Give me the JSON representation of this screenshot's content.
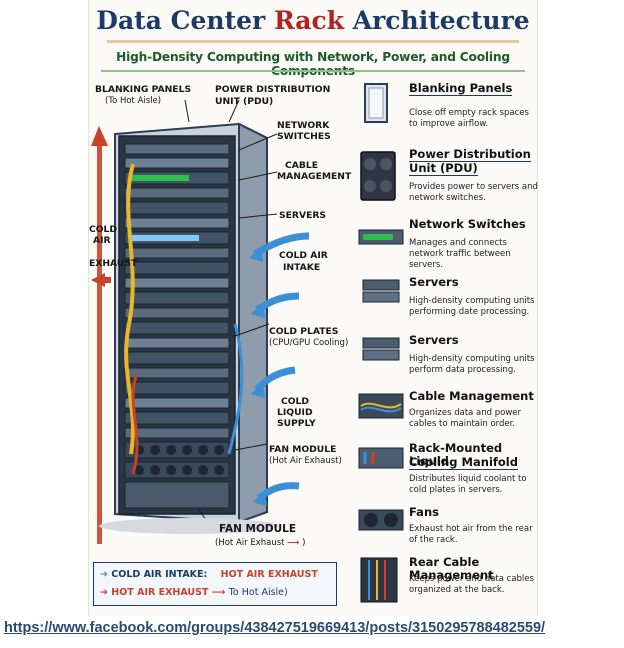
{
  "title": {
    "part1": "Data Center ",
    "part2": "Rack",
    "part3": " Architecture"
  },
  "subtitle": "High-Density Computing with Network, Power, and Cooling Components",
  "diagram_labels": {
    "blanking_panels": "BLANKING PANELS",
    "to_hot_aisle": "(To Hot Aisle)",
    "pdu": "POWER DISTRIBUTION",
    "pdu2": "UNIT (PDU)",
    "network_switches": "NETWORK",
    "network_switches2": "SWITCHES",
    "cable_management": "CABLE",
    "cable_management2": "MANAGEMENT",
    "servers": "SERVERS",
    "cold_air": "COLD",
    "cold_air2": "AIR",
    "exhaust": "EXHAUST",
    "cold_air_intake": "COLD AIR",
    "cold_air_intake2": "INTAKE",
    "cold_plates": "COLD PLATES",
    "cold_plates_sub": "(CPU/GPU Cooling)",
    "cold_liquid": "COLD",
    "cold_liquid2": "LIQUID",
    "cold_liquid3": "SUPPLY",
    "fan_module": "FAN MODULE",
    "fan_module_sub": "(Hot Air Exhaust)",
    "fan_module_bottom": "FAN MODULE",
    "fan_module_bottom_sub": "(Hot Air Exhaust",
    "fan_module_bottom_paren": ")"
  },
  "legend": [
    {
      "title": "Blanking Panels",
      "desc": "Close off empty rack spaces to improve airflow.",
      "icon": "blank-panel-icon"
    },
    {
      "title": "Power Distribution",
      "title2": "Unit (PDU)",
      "desc": "Provides power to servers and network switches.",
      "icon": "pdu-icon"
    },
    {
      "title": "Network Switches",
      "desc": "Manages and connects network traffic between servers.",
      "icon": "network-switch-icon"
    },
    {
      "title": "Servers",
      "desc": "High-density computing units performing date processing.",
      "icon": "server-icon"
    },
    {
      "title": "Servers",
      "desc": "High-density computing units perform data processing.",
      "icon": "server-icon"
    },
    {
      "title": "Cable Management",
      "desc": "Organizes data and power cables to maintain order.",
      "icon": "cable-management-icon"
    },
    {
      "title": "Rack-Mounted Liquid",
      "title2": "Cooling Manifold",
      "desc": "Distributes liquid coolant to cold plates in servers.",
      "icon": "cooling-manifold-icon"
    },
    {
      "title": "Fans",
      "desc": "Exhaust hot air from the rear of the rack.",
      "icon": "fan-icon"
    },
    {
      "title": "Rear Cable Management",
      "desc": "Keeps power and data cables organized at the back.",
      "icon": "rear-cable-icon"
    }
  ],
  "key": {
    "row1_a": "COLD AIR INTAKE:",
    "row1_b": "HOT AIR EXHAUST",
    "row2_a": "HOT AIR EXHAUST",
    "row2_b": "To Hot Aisle)"
  },
  "colors": {
    "navy": "#1d3a66",
    "red": "#b22222",
    "green": "#1f5a2e",
    "cold": "#3b8fd6",
    "hot": "#c8412b"
  },
  "url": "https://www.facebook.com/groups/438427519669413/posts/3150295788482559/"
}
